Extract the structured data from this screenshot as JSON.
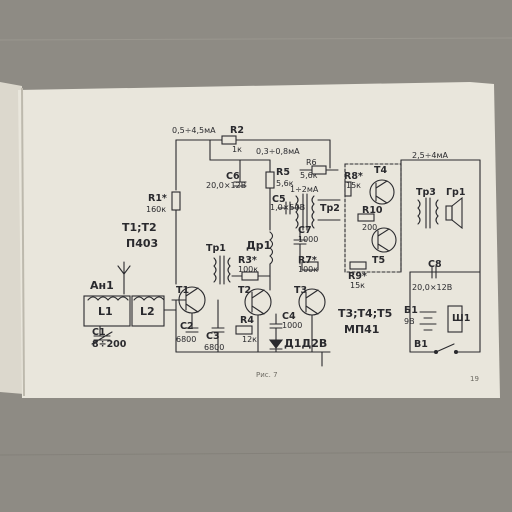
{
  "labels": {
    "current_top": "0,5÷4,5мА",
    "r2": "R2",
    "r2_val": "1к",
    "current_mid": "0,3÷0,8мА",
    "r6": "R6",
    "r6_val": "5,6к",
    "current_ua": "1÷2мА",
    "c6": "C6",
    "c6_val": "20,0×12В",
    "r5": "R5",
    "r5_val": "5,6к",
    "c5": "C5",
    "c5_val": "1,0×50В",
    "r1": "R1*",
    "r1_val": "160к",
    "t1t2": "T1;T2",
    "p403": "П403",
    "tr1": "Тр1",
    "dr1": "Др1",
    "r3": "R3*",
    "r3_val": "100к",
    "c7": "C7",
    "c7_val": "1000",
    "r7": "R7*",
    "r7_val": "100к",
    "t2": "T2",
    "t3": "T3",
    "t1": "T1",
    "an1": "Ан1",
    "l1": "L1",
    "l2": "L2",
    "c1": "C1",
    "c1_val": "8÷200",
    "c2": "C2",
    "c2_val": "6800",
    "c3": "C3",
    "c3_val": "6800",
    "r4": "R4",
    "r4_val": "12к",
    "c4": "C4",
    "c4_val": "1000",
    "diode": "Д1Д2В",
    "t345": "T3;T4;T5",
    "mp41": "МП41",
    "r8": "R8*",
    "r8_val": "15к",
    "t4": "T4",
    "r10": "R10",
    "r10_val": "200",
    "t5": "T5",
    "r9": "R9*",
    "r9_val": "15к",
    "current_right": "2,5÷4мА",
    "tr3": "Тр3",
    "gr1": "Гр1",
    "c8": "C8",
    "c8_val": "20,0×12В",
    "b1": "Б1",
    "b1_val": "9В",
    "sh1": "Ш1",
    "v1": "В1",
    "tr2": "Тр2",
    "caption": "Рис. 7",
    "page_number": "19"
  },
  "colors": {
    "table": "#8e8b84",
    "paper": "#e9e6dc",
    "ink": "#2a2a2e"
  }
}
